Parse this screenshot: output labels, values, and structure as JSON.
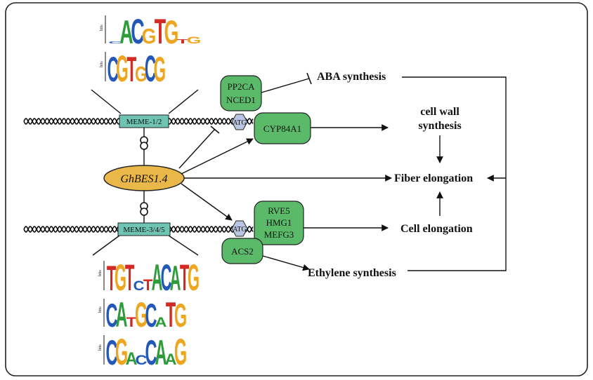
{
  "colors": {
    "node_green": "#5bb96a",
    "gene_gold": "#e9b849",
    "meme_teal": "#6fc3b2",
    "atg_blue": "#b7c6e3",
    "line": "#111111",
    "base_A": "#2e9c3a",
    "base_C": "#2458b8",
    "base_G": "#eea620",
    "base_T": "#d42a24"
  },
  "diagram": {
    "center_gene": "GhBES1.4",
    "meme_top": "MEME-1/2",
    "meme_bottom": "MEME-3/4/5",
    "atg_top": "ATG",
    "atg_bottom": "ATG",
    "pp2ca": "PP2CA",
    "nced1": "NCED1",
    "cyp84a1": "CYP84A1",
    "rve5": "RVE5",
    "hmg1": "HMG1",
    "mefg3": "MEFG3",
    "acs2": "ACS2",
    "aba_synthesis": "ABA synthesis",
    "cell_wall_line1": "cell wall",
    "cell_wall_line2": "synthesis",
    "fiber_elongation": "Fiber elongation",
    "cell_elongation": "Cell elongation",
    "ethylene_synthesis": "Ethylene synthesis"
  },
  "motifs": {
    "axis_label": "bits",
    "logo1": "CACGTGTG",
    "logo2": "CGTGCG",
    "logo3": "TGTCTACATG",
    "logo4": "CATGCATG",
    "logo5": "CGACCAAG"
  }
}
